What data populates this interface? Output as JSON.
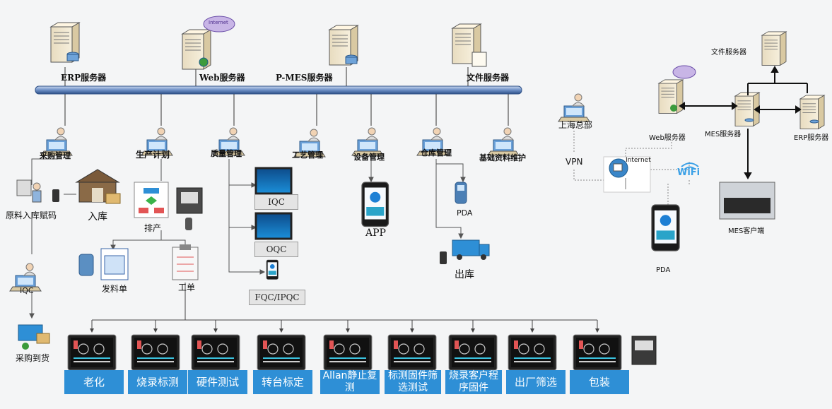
{
  "servers": {
    "erp": "ERP服务器",
    "web": "Web服务器",
    "pmes": "P-MES服务器",
    "file": "文件服务器"
  },
  "internet_cloud_label": "Internet",
  "modules": {
    "purchase": "采购管理",
    "production_plan": "生产计划",
    "quality": "质量管理",
    "process": "工艺管理",
    "equipment": "设备管理",
    "warehouse": "仓库管理",
    "master_data": "基础资料维护"
  },
  "left_flow": {
    "raw_material": "原料入库赋码",
    "inbound": "入库",
    "iqc": "IQC",
    "purchase_arrival": "采购到货",
    "scheduling": "排产",
    "issue_note": "发料单",
    "work_order": "工单"
  },
  "quality_checks": [
    "IQC",
    "OQC",
    "FQC/IPQC"
  ],
  "app_label": "APP",
  "pda_label": "PDA",
  "outbound_label": "出库",
  "right_network": {
    "shanghai_hq": "上海总部",
    "vpn": "VPN",
    "internet": "Internet",
    "wifi": "WiFi",
    "web_server": "Web服务器",
    "mes_server": "MES服务器",
    "erp_server": "ERP服务器",
    "file_server": "文件服务器",
    "mes_client": "MES客户端",
    "pda": "PDA"
  },
  "processes": [
    "老化",
    "烧录标测",
    "硬件测试",
    "转台标定",
    "Allan静止复测",
    "标测固件筛选测试",
    "烧录客户程序固件",
    "出厂筛选",
    "包装"
  ],
  "colors": {
    "process_box": "#2e8fd6",
    "bus": "#3a66a8",
    "line": "#333333"
  }
}
